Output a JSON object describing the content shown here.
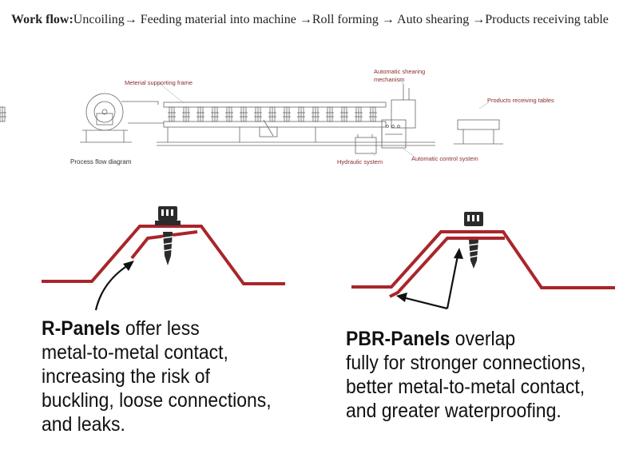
{
  "workflow": {
    "lead": "Work flow:",
    "text": "Uncoiling→ Feeding material into machine →Roll forming → Auto shearing →Products receiving table"
  },
  "process_diagram": {
    "caption": "Process flow diagram",
    "labels": {
      "material_frame": "Meterial supporting frame",
      "shearing_line1": "Automatic shearing",
      "shearing_line2": "mechanism",
      "receiving": "Products receiving tables",
      "hydraulic": "Hydraulic system",
      "control": "Automatic control system"
    }
  },
  "r_panel": {
    "title": "R-Panels",
    "line1": " offer less",
    "line2": "metal-to-metal contact,",
    "line3": "increasing the risk of",
    "line4": "buckling, loose connections,",
    "line5": "and leaks."
  },
  "pbr_panel": {
    "title": "PBR-Panels",
    "line1": " overlap",
    "line2": "fully for stronger connections,",
    "line3": "better metal-to-metal contact,",
    "line4": "and greater waterproofing."
  },
  "colors": {
    "panel_red": "#a8262b",
    "screw": "#2b2b2b"
  }
}
